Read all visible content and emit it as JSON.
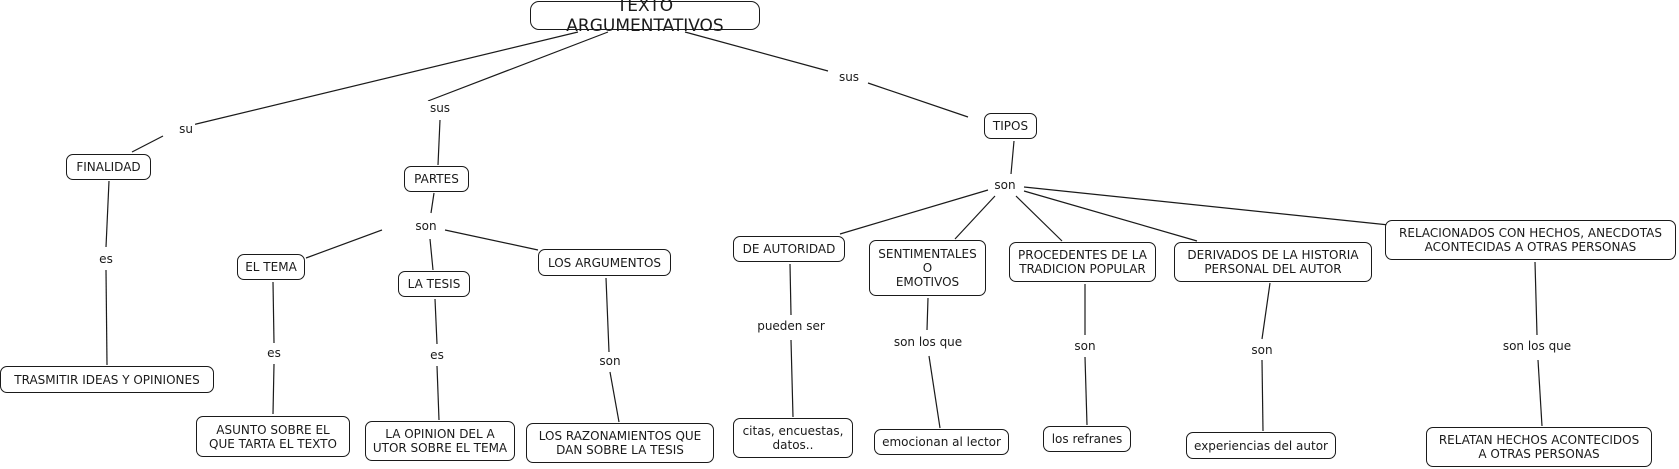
{
  "title": "TEXTO ARGUMENTATIVOS",
  "nodes": {
    "root": "TEXTO ARGUMENTATIVOS",
    "finalidad": "FINALIDAD",
    "partes": "PARTES",
    "tipos": "TIPOS",
    "trasmitir": "TRASMITIR IDEAS Y OPINIONES",
    "el_tema": "EL TEMA",
    "la_tesis": "LA TESIS",
    "los_argumentos": "LOS ARGUMENTOS",
    "asunto": "ASUNTO SOBRE EL\nQUE TARTA EL TEXTO",
    "opinion": "LA OPINION DEL A\nUTOR SOBRE EL TEMA",
    "razonamientos": "LOS RAZONAMIENTOS QUE\nDAN SOBRE LA TESIS",
    "de_autoridad": "DE AUTORIDAD",
    "sentimentales": "SENTIMENTALES\nO\nEMOTIVOS",
    "procedentes": "PROCEDENTES DE LA\nTRADICION POPULAR",
    "derivados": "DERIVADOS DE LA HISTORIA\nPERSONAL DEL AUTOR",
    "relacionados": "RELACIONADOS CON HECHOS, ANECDOTAS\nACONTECIDAS A OTRAS PERSONAS",
    "citas": "citas, encuestas,\ndatos..",
    "emocionan": "emocionan al lector",
    "refranes": "los refranes",
    "experiencias": "experiencias del autor",
    "relatan": "RELATAN HECHOS ACONTECIDOS\nA OTRAS PERSONAS"
  },
  "links": {
    "su": "su",
    "sus_partes": "sus",
    "sus_tipos": "sus",
    "es_finalidad": "es",
    "son_partes": "son",
    "es_tema": "es",
    "es_tesis": "es",
    "son_argumentos": "son",
    "son_tipos": "son",
    "pueden_ser": "pueden ser",
    "son_los_que_sent": "son los que",
    "son_procedentes": "son",
    "son_derivados": "son",
    "son_los_que_rel": "son los que"
  }
}
